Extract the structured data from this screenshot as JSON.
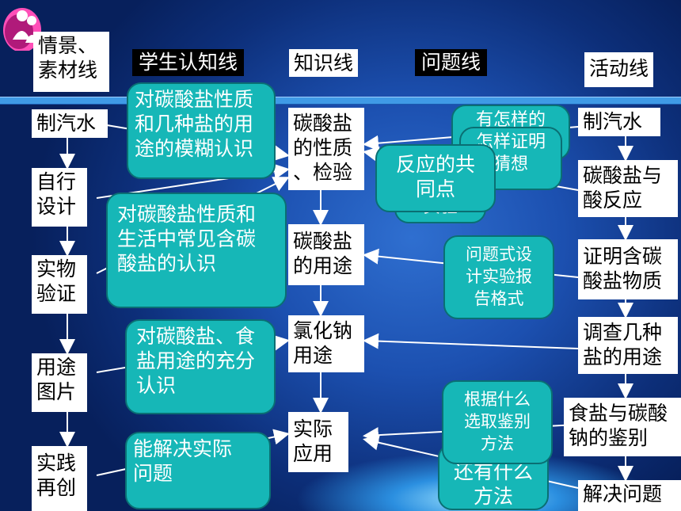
{
  "headers": {
    "col1": "情景、\n素材线",
    "col2": "学生认知线",
    "col3": "知识线",
    "col4": "问题线",
    "col5": "活动线"
  },
  "scenario_line": [
    "制汽水",
    "自行\n设计",
    "实物\n验证",
    "用途\n图片",
    "实践\n再创"
  ],
  "knowledge_line": [
    "碳酸盐\n的性质\n、检验",
    "碳酸盐\n的用途",
    "氯化钠\n用途",
    "实际\n应用"
  ],
  "activity_line": [
    "制汽水",
    "碳酸盐与\n酸反应",
    "证明含碳\n酸盐物质",
    "调查几种\n盐的用途",
    "食盐与碳酸\n钠的鉴别",
    "解决问题"
  ],
  "cognition_bubbles": [
    "对碳酸盐性质\n和几种盐的用\n途的模糊认识",
    "对碳酸盐性质和\n生活中常见含碳\n酸盐的认识",
    "对碳酸盐、食\n盐用途的充分\n认识",
    "能解决实际\n问题"
  ],
  "question_bubbles": {
    "q_back1": "有怎样的",
    "q_back2": "怎样证明\n猜想",
    "q_back3": "实验",
    "q_front": "反应的共\n同点",
    "q_design": "问题式设\n计实验报\n告格式",
    "q_identify": "根据什么\n选取鉴别\n方法",
    "q_method": "还有什么\n方法"
  },
  "colors": {
    "background": "#0d2f7a",
    "stripe": "#3f9ae6",
    "bubble": "#16b7b7",
    "box": "#ffffff",
    "header_box": "#000000"
  }
}
